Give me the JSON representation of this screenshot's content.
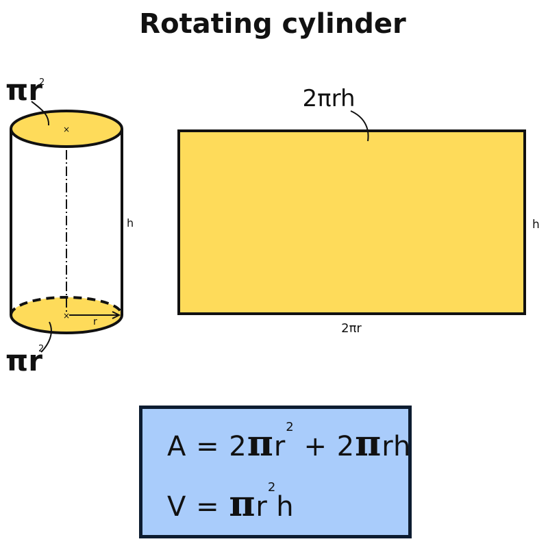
{
  "title": "Rotating cylinder",
  "colors": {
    "fill_yellow": "#fedb5a",
    "formula_bg": "#a9ccfb",
    "formula_border": "#0d1c30",
    "stroke": "#111111"
  },
  "cylinder": {
    "top_label": {
      "base": "πr",
      "exp": "2"
    },
    "bottom_label": {
      "base": "πr",
      "exp": "2"
    },
    "height_label": "h",
    "radius_label": "r"
  },
  "rectangle": {
    "area_label": "2πrh",
    "width_label": "2πr",
    "height_label": "h"
  },
  "formulas": {
    "area": {
      "lhs": "A = 2",
      "pi1": "π",
      "r1": "r",
      "exp1": "2",
      "plus": " + 2",
      "pi2": "π",
      "tail": "rh"
    },
    "volume": {
      "lhs": "V = ",
      "pi": "π",
      "r": "r",
      "exp": "2",
      "tail": "h"
    }
  }
}
